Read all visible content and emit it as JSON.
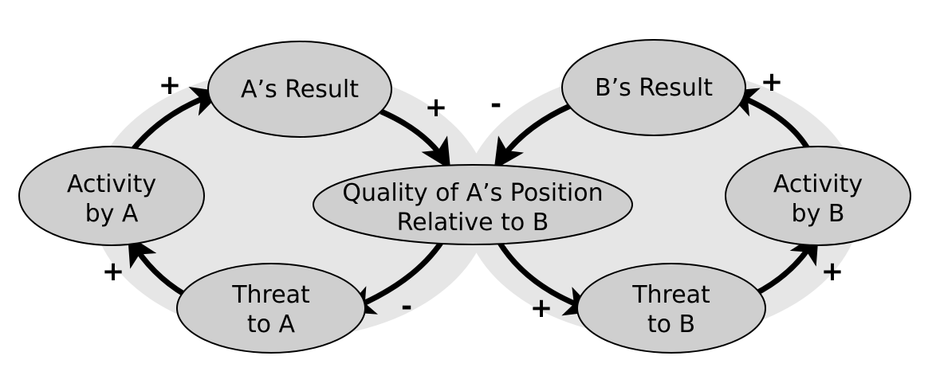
{
  "colors": {
    "background": "#ffffff",
    "loop_fill": "#e6e6e6",
    "node_fill": "#cfcfcf",
    "stroke": "#000000"
  },
  "nodes": {
    "a_result": {
      "lines": [
        "A’s Result"
      ]
    },
    "activity_a": {
      "lines": [
        "Activity",
        "by A"
      ]
    },
    "threat_a": {
      "lines": [
        "Threat",
        "to A"
      ]
    },
    "quality": {
      "lines": [
        "Quality of A’s Position",
        "Relative to B"
      ]
    },
    "b_result": {
      "lines": [
        "B’s Result"
      ]
    },
    "activity_b": {
      "lines": [
        "Activity",
        "by B"
      ]
    },
    "threat_b": {
      "lines": [
        "Threat",
        "to B"
      ]
    }
  },
  "links": {
    "activity_a_to_a_result": "+",
    "a_result_to_quality": "+",
    "b_result_to_quality": "-",
    "activity_b_to_b_result": "+",
    "quality_to_threat_a": "-",
    "threat_a_to_activity_a": "+",
    "quality_to_threat_b": "+",
    "threat_b_to_activity_b": "+"
  }
}
